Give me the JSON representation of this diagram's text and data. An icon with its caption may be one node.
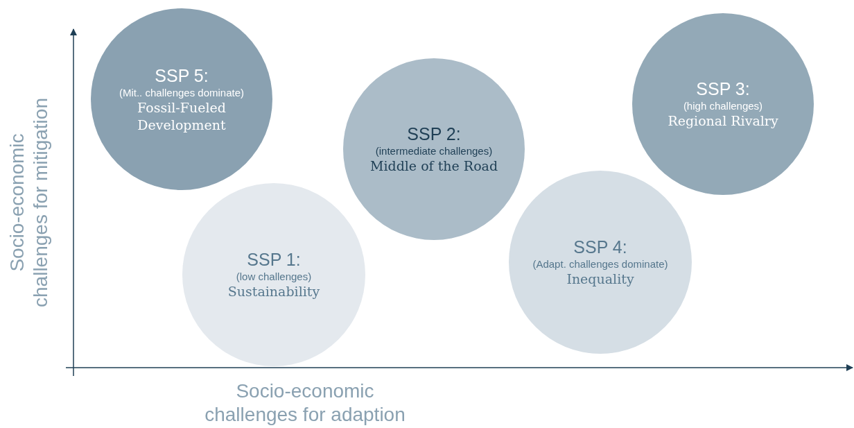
{
  "diagram": {
    "nodes": [
      {
        "text": [
          "SSP 5:",
          "(Mit.. challenges dominate)",
          "Fossil-Fueled Development"
        ]
      },
      {
        "text": [
          "SSP 3:",
          "(high challenges)",
          "Regional Rivalry"
        ]
      },
      {
        "text": [
          "SSP 2:",
          "(intermediate challenges)",
          "Middle of the Road"
        ]
      },
      {
        "text": [
          "SSP 4:",
          "(Adapt. challenges dominate)",
          "Inequality"
        ]
      },
      {
        "text": [
          "SSP 1:",
          "(low challenges)",
          "Sustainability"
        ]
      }
    ],
    "labels": [
      "Socio-economic challenges for mitigation",
      "Socio-economic challenges for adaption"
    ]
  }
}
